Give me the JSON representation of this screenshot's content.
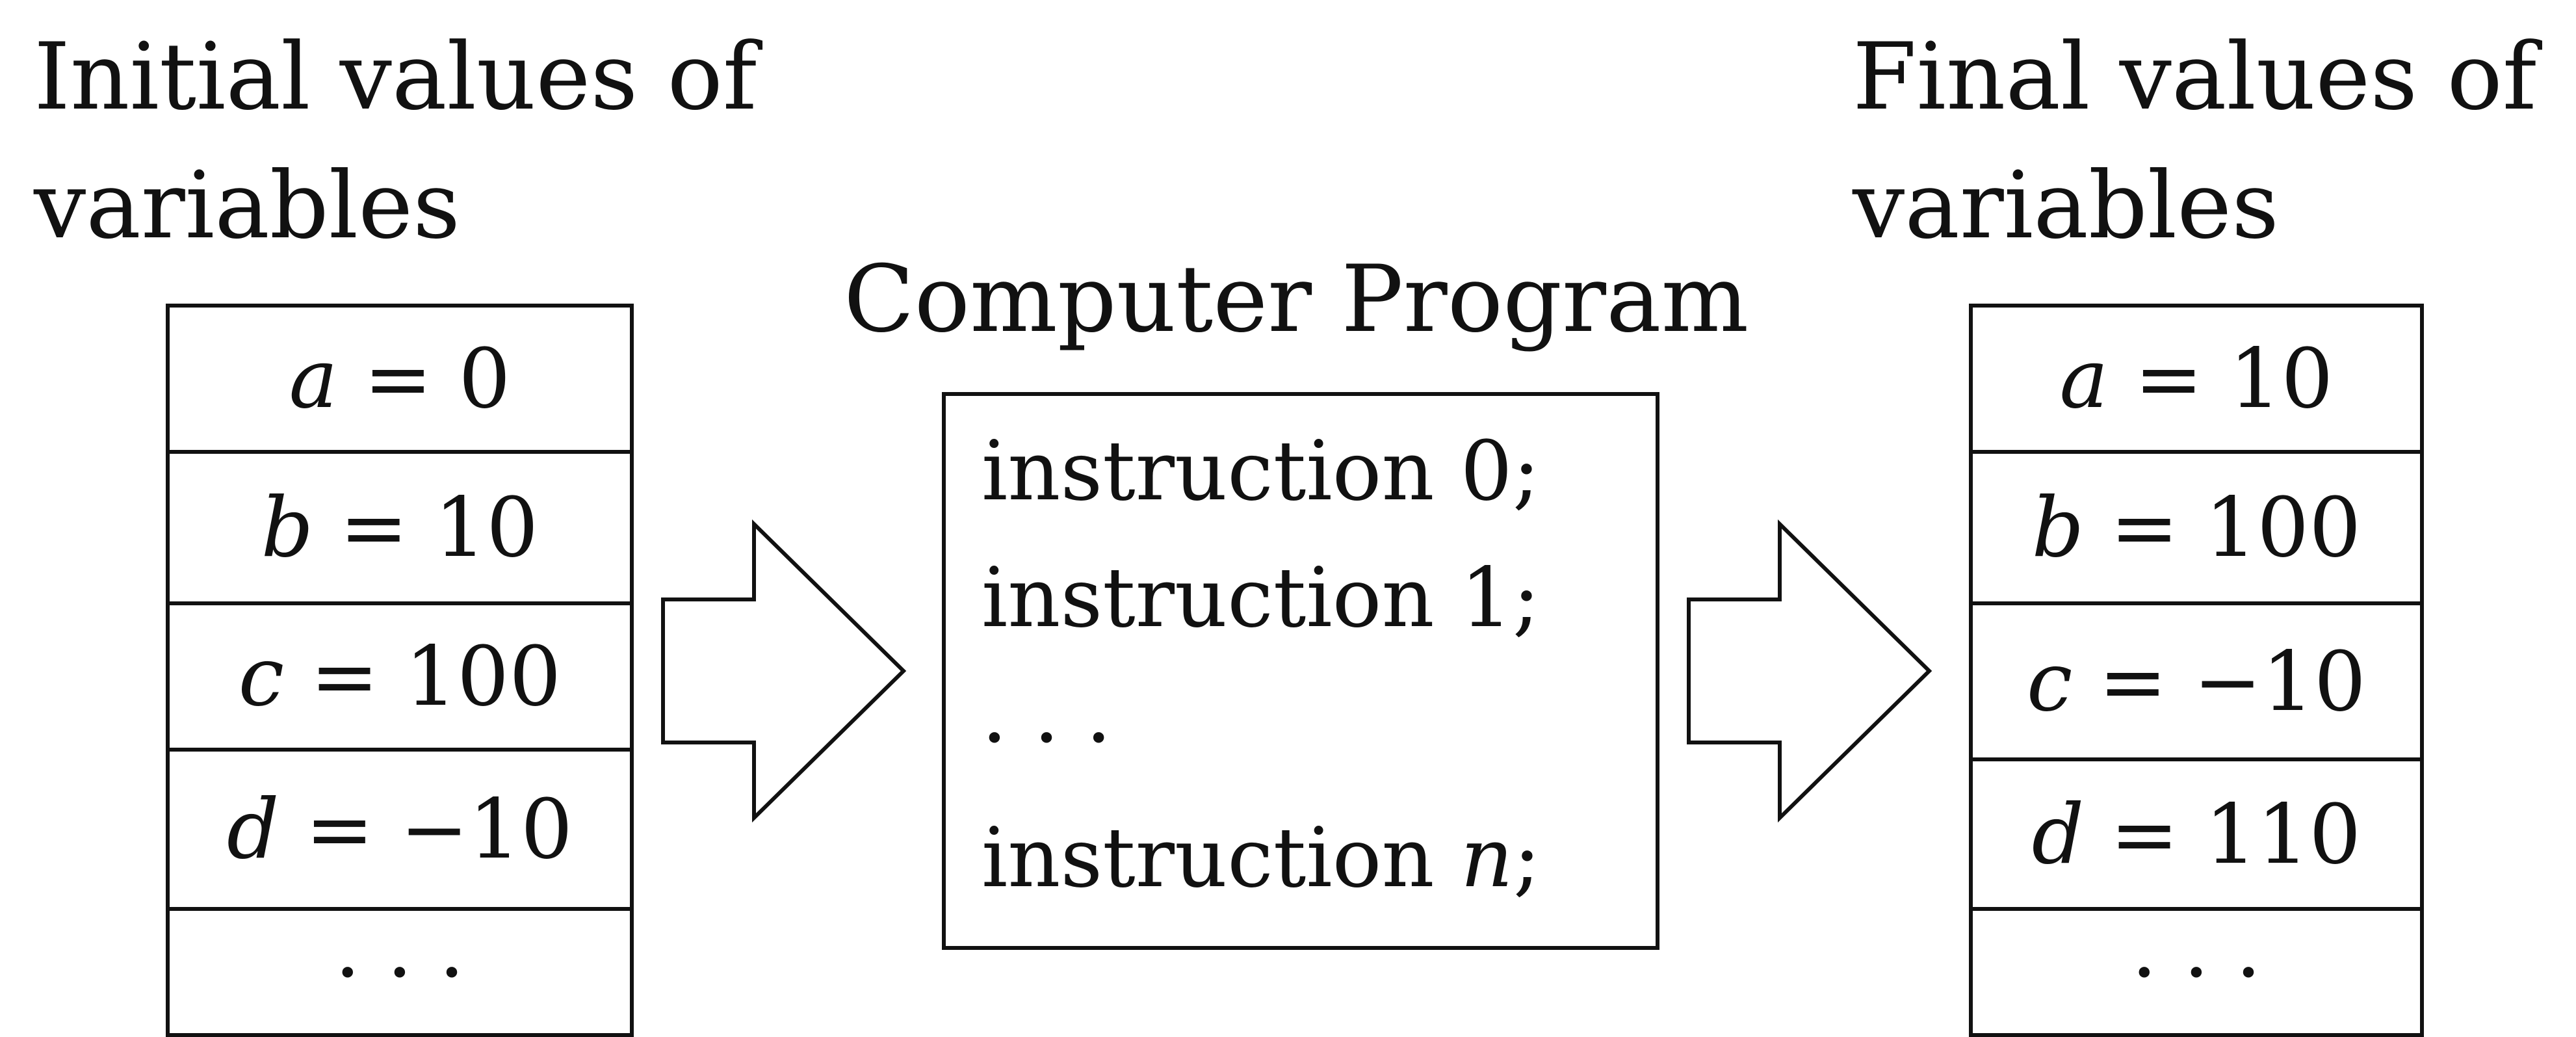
{
  "initial": {
    "heading_line1": "Initial values of",
    "heading_line2": "variables",
    "rows": [
      {
        "var": "a",
        "op": " = ",
        "val": "0"
      },
      {
        "var": "b",
        "op": " = ",
        "val": "10"
      },
      {
        "var": "c",
        "op": " = ",
        "val": "100"
      },
      {
        "var": "d",
        "op": " = ",
        "val": "−10"
      },
      {
        "var": "",
        "op": "",
        "val": "· · ·"
      }
    ]
  },
  "program": {
    "title": "Computer Program",
    "lines": [
      {
        "text": "instruction 0;",
        "var": "",
        "tail": ""
      },
      {
        "text": "instruction 1;",
        "var": "",
        "tail": ""
      },
      {
        "text": "· · ·",
        "var": "",
        "tail": ""
      },
      {
        "text": "instruction ",
        "var": "n",
        "tail": ";"
      }
    ]
  },
  "final": {
    "heading_line1": "Final values of",
    "heading_line2": "variables",
    "rows": [
      {
        "var": "a",
        "op": " = ",
        "val": "10"
      },
      {
        "var": "b",
        "op": " = ",
        "val": "100"
      },
      {
        "var": "c",
        "op": " = ",
        "val": "−10"
      },
      {
        "var": "d",
        "op": " = ",
        "val": "110"
      },
      {
        "var": "",
        "op": "",
        "val": "· · ·"
      }
    ]
  }
}
